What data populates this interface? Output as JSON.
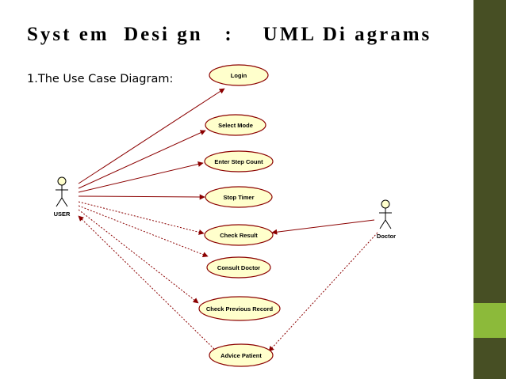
{
  "slide": {
    "title": "Syst em  Desi gn   :    UML Di agrams",
    "subtitle": "1.The Use Case Diagram:"
  },
  "diagram": {
    "actors": [
      {
        "id": "user",
        "name": "USER"
      },
      {
        "id": "doctor",
        "name": "Doctor"
      }
    ],
    "use_cases": [
      {
        "id": "login",
        "name": "Login"
      },
      {
        "id": "select_mode",
        "name": "Select Mode"
      },
      {
        "id": "enter_step_count",
        "name": "Enter Step Count"
      },
      {
        "id": "stop_timer",
        "name": "Stop Timer"
      },
      {
        "id": "check_result",
        "name": "Check Result"
      },
      {
        "id": "consult_doctor",
        "name": "Consult Doctor"
      },
      {
        "id": "check_previous_record",
        "name": "Check Previous Record"
      },
      {
        "id": "advice_patient",
        "name": "Advice Patient"
      }
    ],
    "colors": {
      "ellipse_fill": "#ffffcc",
      "ellipse_stroke": "#8b0000",
      "connector": "#8b0000",
      "sidebar": "#474f24",
      "accent": "#8cba3a"
    }
  }
}
